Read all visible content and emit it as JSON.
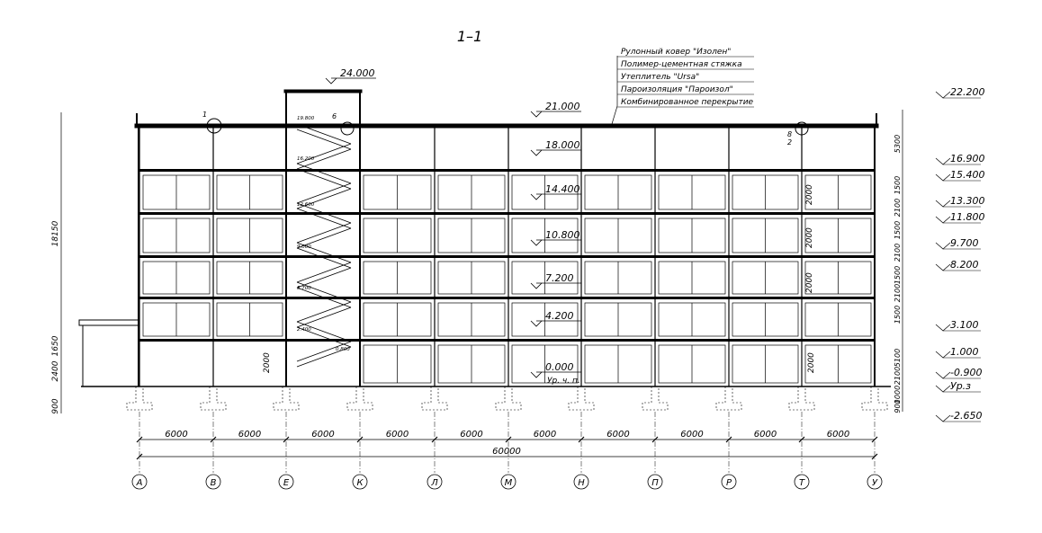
{
  "title": "1–1",
  "layers_note": [
    "Рулонный ковер \"Изолен\"",
    "Полимер-цементная стяжка",
    "Утеплитель \"Ursa\"",
    "Пароизоляция \"Пароизол\"",
    "Комбинированное перекрытие"
  ],
  "elevation_marks": [
    "24.000",
    "21.000",
    "18.000",
    "14.400",
    "10.800",
    "7.200",
    "4.200",
    "0.000"
  ],
  "ground_label": "Ур. ч. п.",
  "stair_marks": [
    "19.800",
    "16.200",
    "12.600",
    "9.000",
    "5.700",
    "2.400",
    "0.800"
  ],
  "right_marks": [
    "22.200",
    "16.900",
    "15.400",
    "13.300",
    "11.800",
    "9.700",
    "8.200",
    "3.100",
    "1.000",
    "-0.900",
    "Ур.з",
    "-2.650"
  ],
  "left_dims": [
    "18150",
    "2400",
    "1650",
    "900"
  ],
  "right_dims": [
    "5300",
    "1500",
    "2100",
    "1500",
    "2100",
    "1500",
    "2100",
    "1500",
    "5100",
    "2100",
    "1000",
    "900"
  ],
  "window_sills": [
    "2000",
    "2000",
    "2000",
    "2000",
    "2000"
  ],
  "node_marks": [
    "1",
    "6",
    "8",
    "2"
  ],
  "spans": [
    "6000",
    "6000",
    "6000",
    "6000",
    "6000",
    "6000",
    "6000",
    "6000",
    "6000",
    "6000"
  ],
  "total_span": "60000",
  "axes": [
    "А",
    "В",
    "Е",
    "К",
    "Л",
    "М",
    "Н",
    "П",
    "Р",
    "Т",
    "У"
  ]
}
